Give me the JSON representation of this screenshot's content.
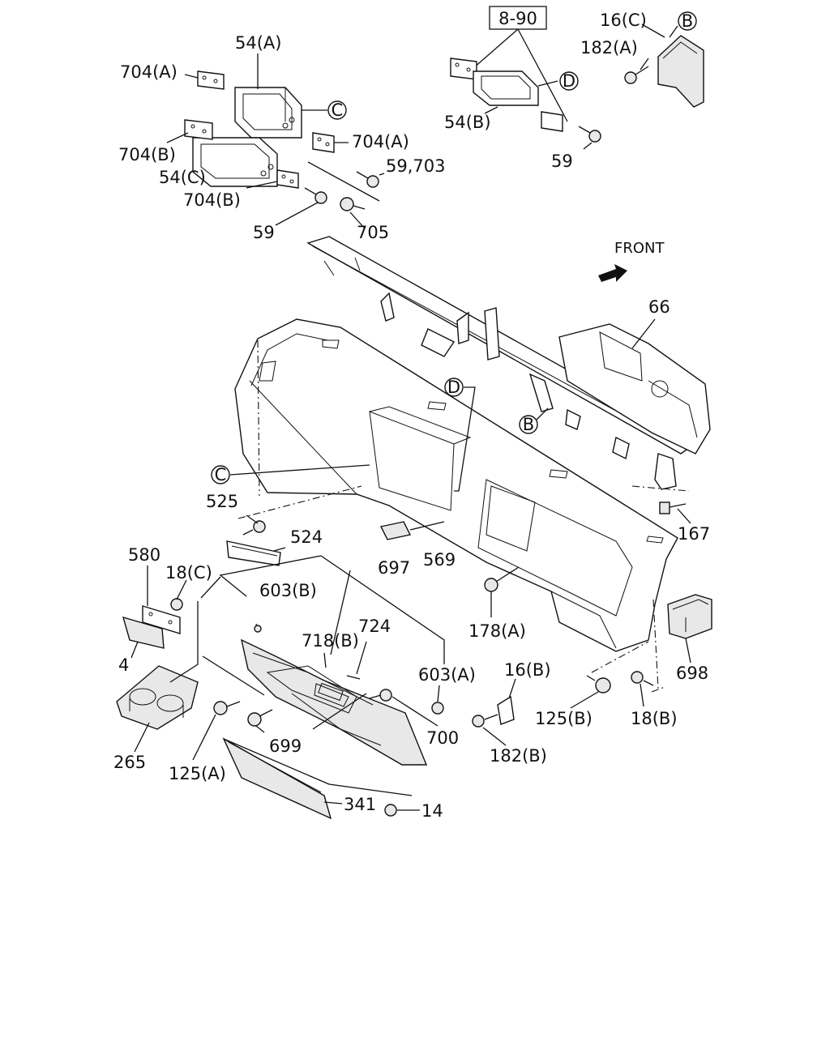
{
  "diagram": {
    "front_label": "FRONT",
    "ref_box": "8-90",
    "circle_markers": {
      "B1": "B",
      "B2": "B",
      "C1": "C",
      "C2": "C",
      "D1": "D",
      "D2": "D"
    },
    "labels": {
      "p54A": "54(A)",
      "p704A_1": "704(A)",
      "p704B_1": "704(B)",
      "p54C": "54(C)",
      "p704A_2": "704(A)",
      "p59_703": "59,703",
      "p704B_2": "704(B)",
      "p59_1": "59",
      "p705": "705",
      "p54B": "54(B)",
      "p59_2": "59",
      "p16C": "16(C)",
      "p182A": "182(A)",
      "p66": "66",
      "p167": "167",
      "p525": "525",
      "p524": "524",
      "p580": "580",
      "p18C": "18(C)",
      "p603B": "603(B)",
      "p697": "697",
      "p569": "569",
      "p724": "724",
      "p718B": "718(B)",
      "p178A": "178(A)",
      "p603A": "603(A)",
      "p16B": "16(B)",
      "p698": "698",
      "p4": "4",
      "p265": "265",
      "p125A": "125(A)",
      "p699": "699",
      "p700": "700",
      "p125B": "125(B)",
      "p18B": "18(B)",
      "p182B": "182(B)",
      "p341": "341",
      "p14": "14"
    }
  }
}
